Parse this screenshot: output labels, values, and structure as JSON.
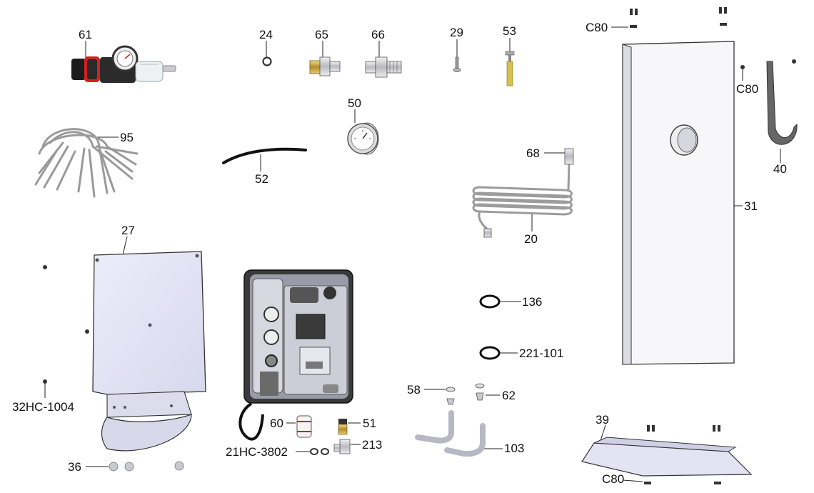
{
  "callouts": {
    "c61": "61",
    "c24": "24",
    "c65": "65",
    "c66": "66",
    "c29": "29",
    "c53": "53",
    "c95": "95",
    "c50": "50",
    "c52": "52",
    "c68": "68",
    "c20": "20",
    "c27": "27",
    "c136": "136",
    "c221_101": "221-101",
    "c32hc_1004": "32HC-1004",
    "c60": "60",
    "c51": "51",
    "c213": "213",
    "c21hc_3802": "21HC-3802",
    "c58": "58",
    "c62": "62",
    "c103": "103",
    "c36": "36",
    "c39": "39",
    "c80_bottom": "C80",
    "c80_top": "C80",
    "c80_right": "C80",
    "c40": "40",
    "c31": "31"
  },
  "colors": {
    "line": "#222222",
    "panel_fill": "#e4e4f6",
    "metal": "#c9c9cf",
    "brass": "#c9a94a",
    "red": "#d32020",
    "dark": "#1a1a1a"
  }
}
